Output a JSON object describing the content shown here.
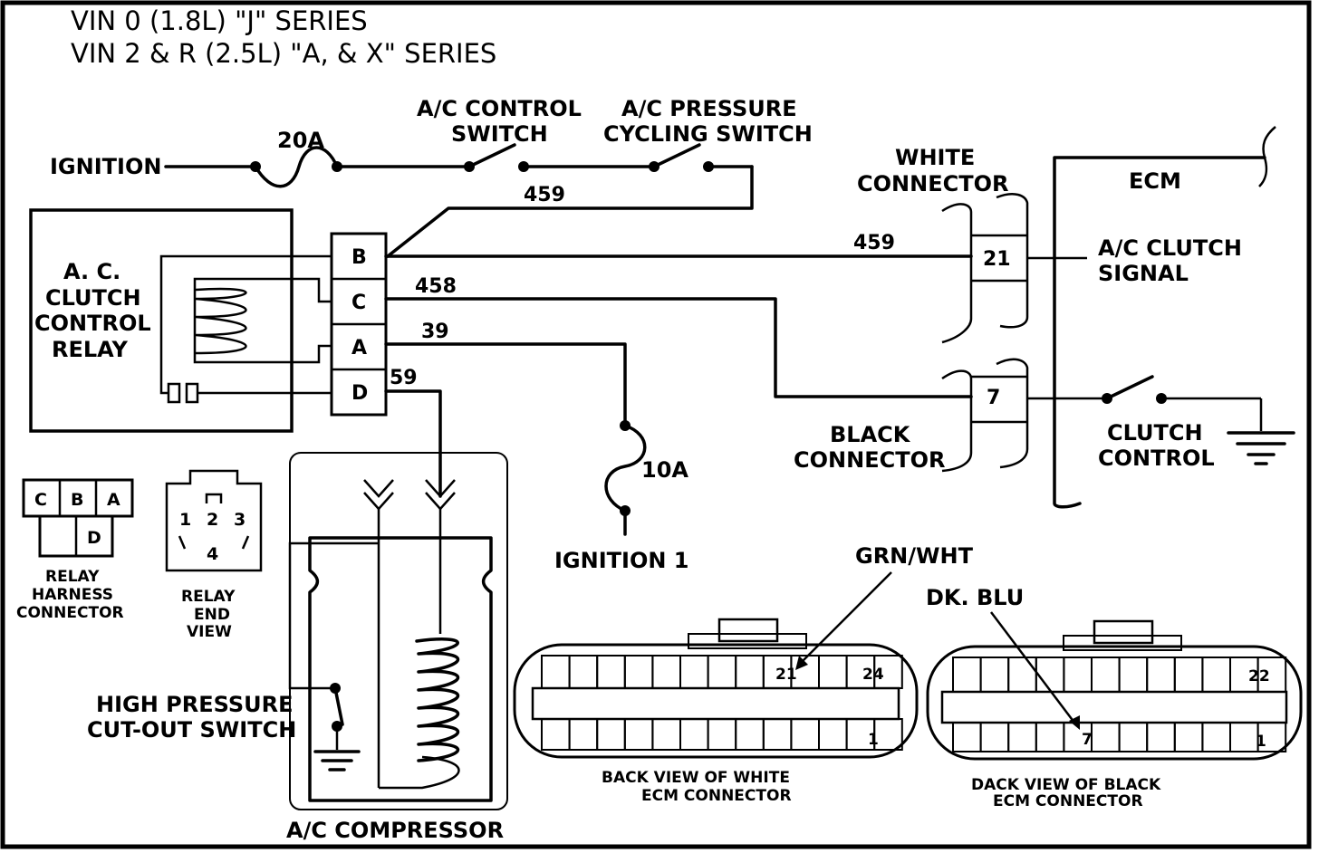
{
  "title": {
    "line1": "VIN 0 (1.8L) \"J\" SERIES",
    "line2": "VIN 2 & R (2.5L) \"A, & X\" SERIES"
  },
  "labels": {
    "ignition": "IGNITION",
    "fuse_20a": "20A",
    "ac_control_switch_1": "A/C CONTROL",
    "ac_control_switch_2": "SWITCH",
    "ac_pressure_1": "A/C PRESSURE",
    "ac_pressure_2": "CYCLING SWITCH",
    "white_connector_1": "WHITE",
    "white_connector_2": "CONNECTOR",
    "ecm": "ECM",
    "relay_1": "A. C.",
    "relay_2": "CLUTCH",
    "relay_3": "CONTROL",
    "relay_4": "RELAY",
    "ac_clutch_signal_1": "A/C CLUTCH",
    "ac_clutch_signal_2": "SIGNAL",
    "black_connector_1": "BLACK",
    "black_connector_2": "CONNECTOR",
    "clutch_control_1": "CLUTCH",
    "clutch_control_2": "CONTROL",
    "fuse_10a": "10A",
    "ignition_1": "IGNITION 1",
    "grn_wht": "GRN/WHT",
    "dk_blu": "DK. BLU",
    "harness_1": "RELAY",
    "harness_2": "HARNESS",
    "harness_3": "CONNECTOR",
    "end_view_1": "RELAY",
    "end_view_2": "END",
    "end_view_3": "VIEW",
    "high_pressure_1": "HIGH PRESSURE",
    "high_pressure_2": "CUT-OUT SWITCH",
    "compressor": "A/C COMPRESSOR",
    "white_ecm_1": "BACK VIEW OF  WHITE",
    "white_ecm_2": "ECM CONNECTOR",
    "black_ecm_1": "DACK VIEW OF BLACK",
    "black_ecm_2": "ECM CONNECTOR"
  },
  "wires": {
    "w459_top": "459",
    "w459": "459",
    "w458": "458",
    "w39": "39",
    "w59": "59"
  },
  "relay_pins": [
    "B",
    "C",
    "A",
    "D"
  ],
  "connector_pins": {
    "white": "21",
    "black": "7"
  },
  "harness_pins": {
    "c": "C",
    "b": "B",
    "a": "A",
    "d": "D"
  },
  "end_view_pins": {
    "p1": "1",
    "p2": "2",
    "p3": "3",
    "p4": "4"
  },
  "white_ecm_pins": {
    "p21": "21",
    "p24": "24",
    "p1": "1"
  },
  "black_ecm_pins": {
    "p22": "22",
    "p7": "7",
    "p1": "1"
  }
}
